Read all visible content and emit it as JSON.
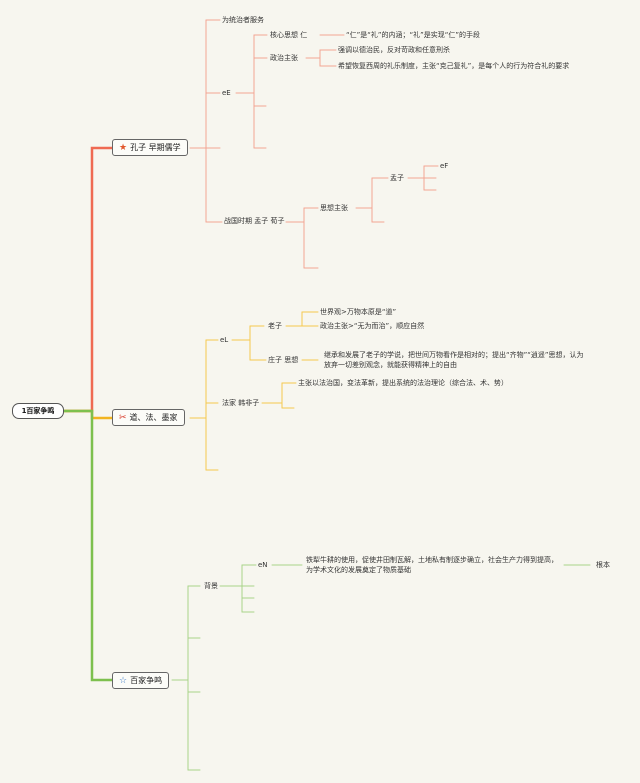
{
  "root": "1百家争鸣",
  "branch1": {
    "icon_color": "#e2572b",
    "label": "孔子 早期儒学",
    "n_serve": "为统治者服务",
    "n_core": "核心思想 仁",
    "n_core_desc": "“仁”是“礼”的内涵；“礼”是实现“仁”的手段",
    "n_pol": "政治主张",
    "n_pol_1": "强调以德治民，反对苛政和任意刑杀",
    "n_pol_2": "希望恢复西周的礼乐制度，主张“克己复礼”，是每个人的行为符合礼的要求",
    "n_e": "eE",
    "n_warring": "战国时期 孟子 荀子",
    "n_thought": "思想主张",
    "n_mencius": "孟子",
    "n_f": "eF"
  },
  "branch2": {
    "label": "道、法、墨家",
    "n_l": "eL",
    "n_laozi": "老子",
    "n_laozi_1": "世界观>万物本原是“道”",
    "n_laozi_2": "政治主张>“无为而治”，顺应自然",
    "n_zhuangzi": "庄子 思想",
    "n_zhuangzi_desc": "继承和发展了老子的学说，把世间万物看作是相对的；提出“齐物”“逍遥”思想，认为放弃一切差别观念，就能获得精神上的自由",
    "n_legal": "法家 韩非子",
    "n_legal_desc": "主张以法治国，变法革新，提出系统的法治理论（综合法、术、势）"
  },
  "branch3": {
    "label": "百家争鸣",
    "n_bg": "背景",
    "n_n": "eN",
    "n_bg_desc": "铁犁牛耕的使用，促使井田制瓦解，土地私有制逐步确立，社会生产力得到提高，为学术文化的发展奠定了物质基础",
    "n_root": "根本"
  },
  "colors": {
    "branch1": "#ef6a52",
    "branch1_light": "#f3a593",
    "branch2": "#f2b420",
    "branch2_light": "#f5c84e",
    "branch3": "#7dc04e",
    "branch3_light": "#a8d48a"
  }
}
